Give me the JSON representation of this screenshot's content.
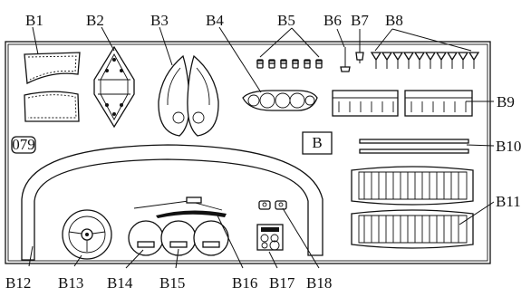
{
  "labels": {
    "b1": "B1",
    "b2": "B2",
    "b3": "B3",
    "b4": "B4",
    "b5": "B5",
    "b6": "B6",
    "b7": "B7",
    "b8": "B8",
    "b9": "B9",
    "b10": "B10",
    "b11": "B11",
    "b12": "B12",
    "b13": "B13",
    "b14": "B14",
    "b15": "B15",
    "b16": "B16",
    "b17": "B17",
    "b18": "B18"
  },
  "sheet": {
    "number": "079",
    "letter": "B"
  }
}
